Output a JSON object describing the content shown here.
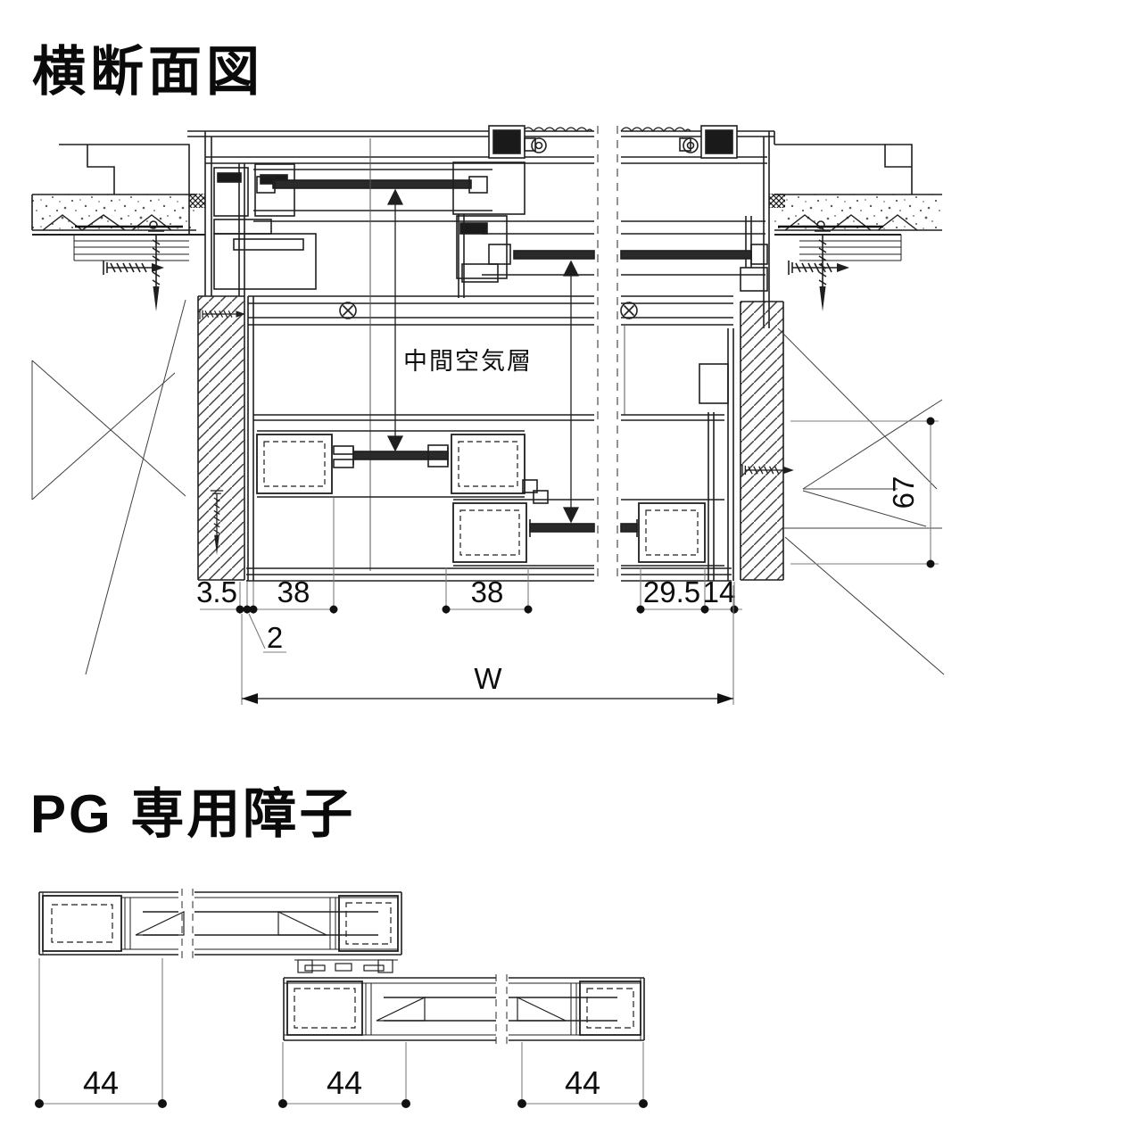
{
  "colors": {
    "background": "#ffffff",
    "line": "#1f1f1f",
    "thin_line": "#3f3f3f",
    "dimension_line": "#7d7d7d",
    "text": "#0d0d0d",
    "glass_fill": "#2a2a2a"
  },
  "titles": {
    "top": "横断面図",
    "bottom": "PG 専用障子"
  },
  "cross_section": {
    "air_layer_label": "中間空気層",
    "dim_labels": [
      "3.5",
      "38",
      "38",
      "29.5",
      "14"
    ],
    "gap_label": "2",
    "width_label": "W",
    "height_label": "67"
  },
  "pg_sash": {
    "dim_labels": [
      "44",
      "44",
      "44"
    ]
  }
}
